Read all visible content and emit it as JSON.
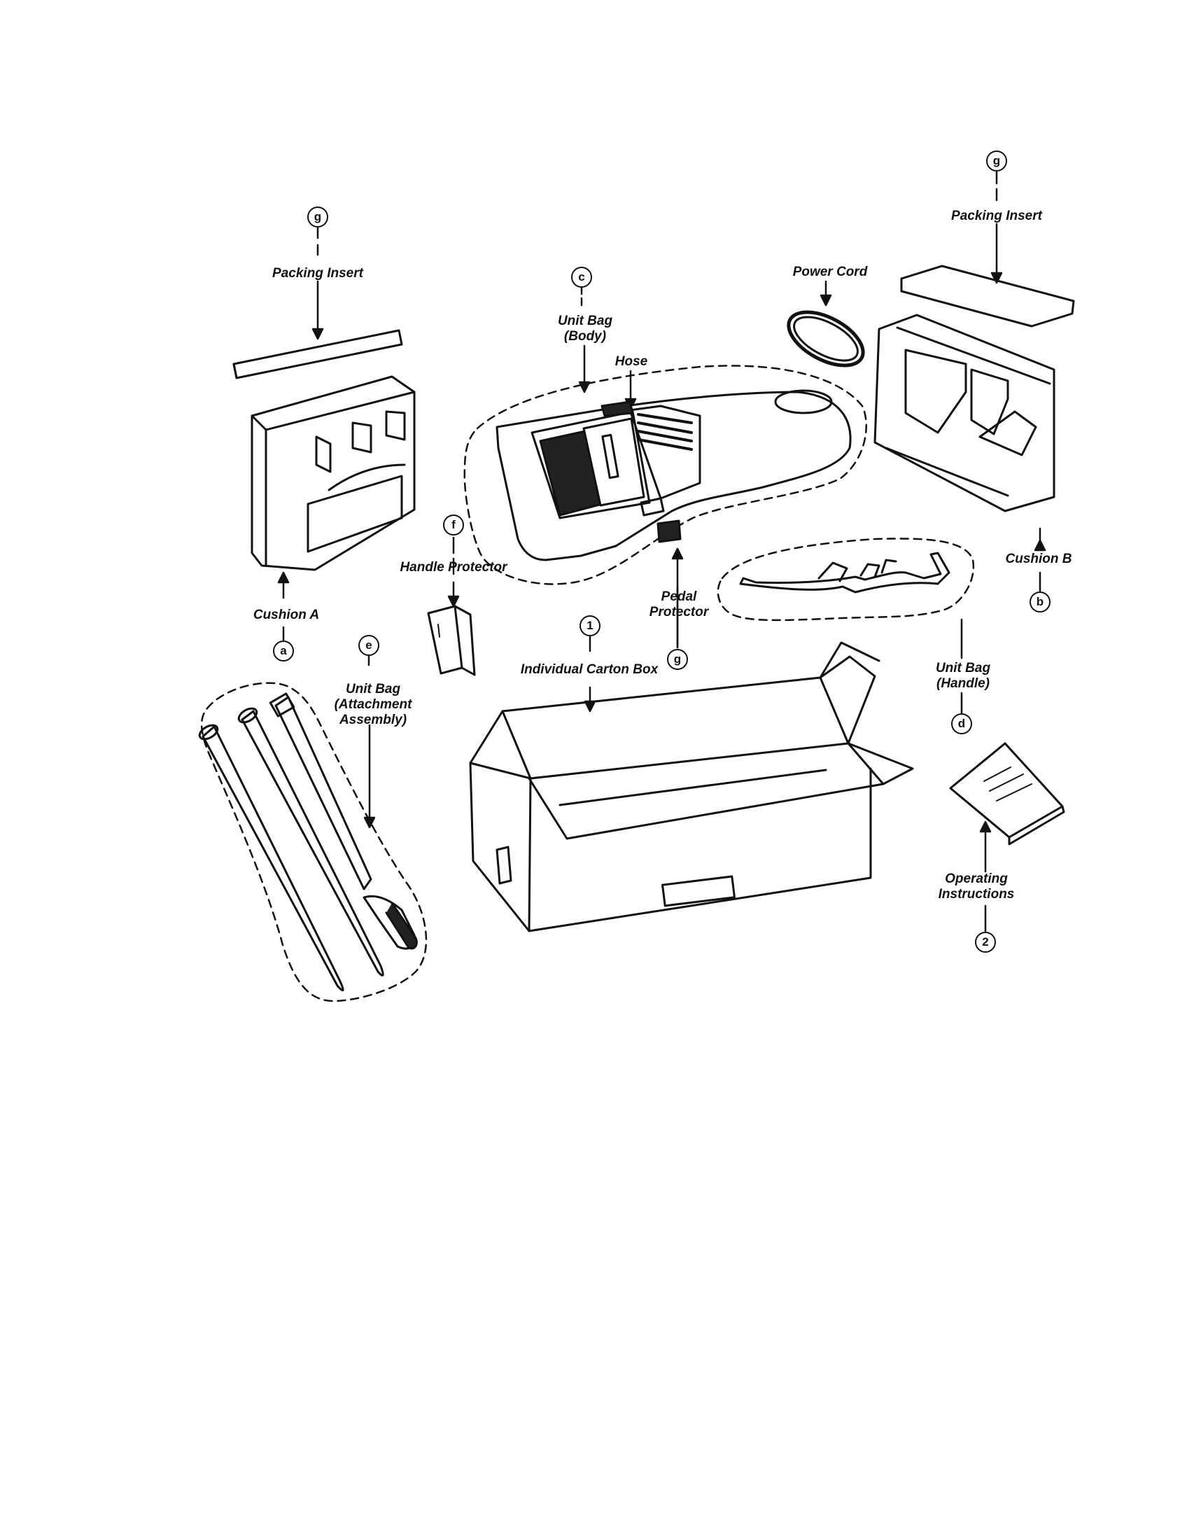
{
  "diagram": {
    "callouts": {
      "g_top_left": "g",
      "g_top_right": "g",
      "c_unit_bag_body": "c",
      "a_cushion_a": "a",
      "b_cushion_b": "b",
      "e_attachment": "e",
      "f_handle_protector": "f",
      "one_carton": "1",
      "g_pedal": "g",
      "d_handle": "d",
      "two_instructions": "2"
    },
    "labels": {
      "packing_insert_left": "Packing Insert",
      "packing_insert_right": "Packing Insert",
      "power_cord": "Power Cord",
      "unit_bag_body": "Unit Bag\n(Body)",
      "hose": "Hose",
      "cushion_a": "Cushion A",
      "cushion_b": "Cushion B",
      "handle_protector": "Handle Protector",
      "pedal_protector": "Pedal\nProtector",
      "individual_carton_box": "Individual Carton Box",
      "unit_bag_attachment": "Unit Bag\n(Attachment\nAssembly)",
      "unit_bag_handle": "Unit Bag\n(Handle)",
      "operating_instructions": "Operating\nInstructions"
    }
  }
}
